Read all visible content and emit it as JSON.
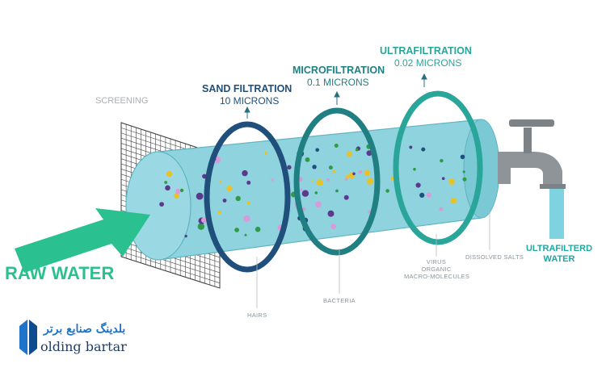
{
  "colors": {
    "pipe": "#8fd3df",
    "pipe_dark": "#6cc0cf",
    "ring_dark_blue": "#1f4f7a",
    "ring_teal": "#1f7f82",
    "ring_green_teal": "#2aa59a",
    "raw_water_green": "#2bc08f",
    "outlet_text": "#1ea8a0",
    "faucet": "#8f9499",
    "water_stream": "#7fd3e0",
    "logo_blue": "#1e74c9"
  },
  "labels": {
    "screening": "SCREENING",
    "sand_title": "SAND FILTRATION",
    "sand_sub": "10 MICRONS",
    "micro_title": "MICROFILTRATION",
    "micro_sub": "0.1 MICRONS",
    "ultra_title": "ULTRAFILTRATION",
    "ultra_sub": "0.02 MICRONS",
    "raw_water": "RAW WATER",
    "outlet_line1": "ULTRAFILTERD",
    "outlet_line2": "WATER",
    "hairs": "HAIRS",
    "bacteria": "BACTERIA",
    "virus_line1": "VIRUS",
    "virus_line2": "ORGANIC",
    "virus_line3": "MACRO-MOLECULES",
    "dissolved_salts": "DISSOLVED SALTS"
  },
  "logo": {
    "persian_text": "بلدینگ صنایع برتر",
    "latin_text": "olding bartar",
    "icon": "building-bartar-logo-mark"
  },
  "icons": {
    "faucet": "faucet-icon",
    "arrow": "arrow-right-icon"
  }
}
